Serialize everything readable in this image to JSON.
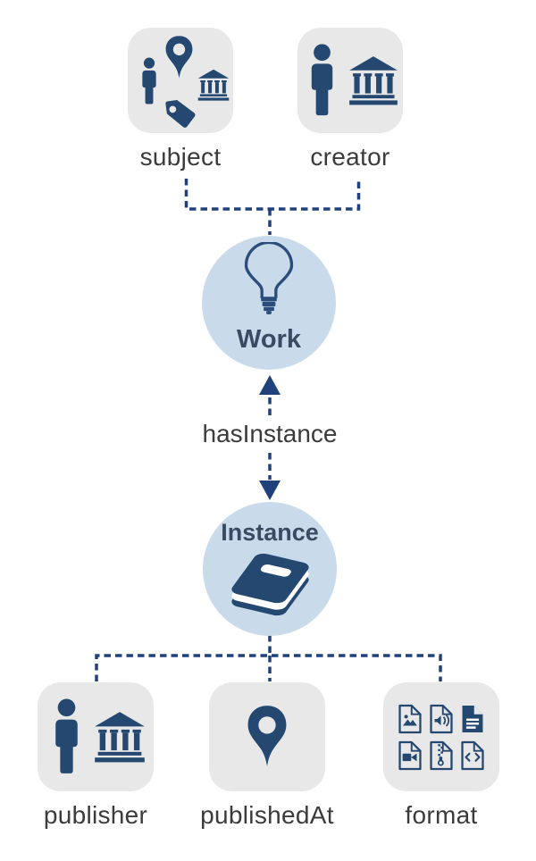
{
  "palette": {
    "icon_navy": "#254870",
    "connector_blue": "#21417b",
    "node_fill": "#c9dbea",
    "tile_fill": "#e8e8e9",
    "label_color": "#3b3b3b",
    "node_label_color": "#394b61",
    "background": "#ffffff"
  },
  "nodes": {
    "work": {
      "label": "Work",
      "icon": "lightbulb-icon"
    },
    "instance": {
      "label": "Instance",
      "icon": "book-icon"
    }
  },
  "relation": {
    "label": "hasInstance",
    "style": "dashed-double-arrow"
  },
  "work_properties": [
    {
      "label": "subject",
      "icons": [
        "person-icon",
        "location-pin-icon",
        "bank-icon",
        "tag-icon"
      ]
    },
    {
      "label": "creator",
      "icons": [
        "person-icon",
        "bank-icon"
      ]
    }
  ],
  "instance_properties": [
    {
      "label": "publisher",
      "icons": [
        "person-icon",
        "bank-icon"
      ]
    },
    {
      "label": "publishedAt",
      "icons": [
        "location-pin-icon"
      ]
    },
    {
      "label": "format",
      "icons": [
        "image-file-icon",
        "audio-file-icon",
        "text-file-icon",
        "video-file-icon",
        "archive-file-icon",
        "code-file-icon"
      ]
    }
  ]
}
